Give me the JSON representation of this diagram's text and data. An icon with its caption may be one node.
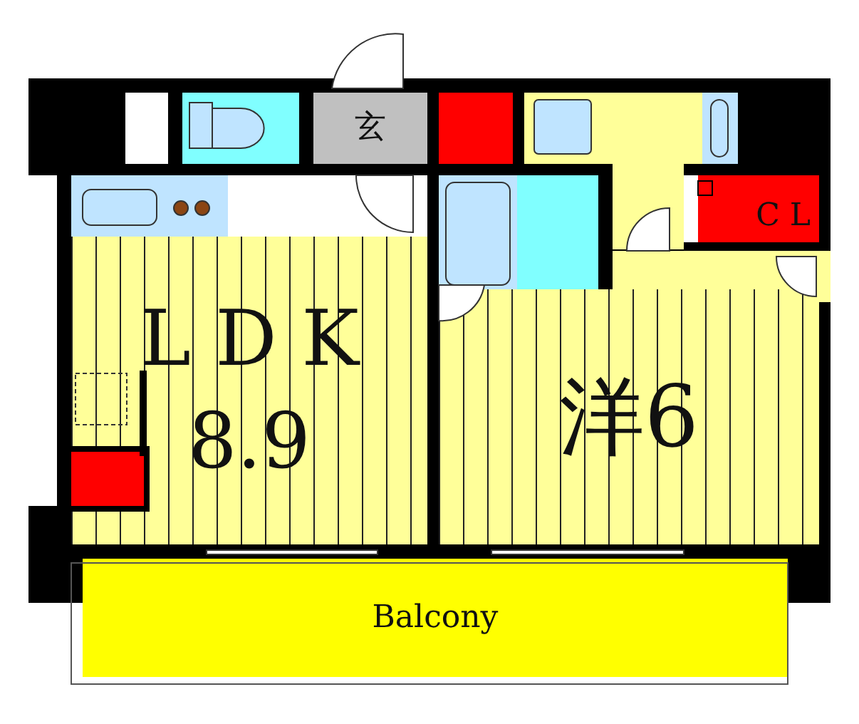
{
  "diagram": {
    "nodes": [
      {
        "text": [
          "玄"
        ]
      },
      {
        "text": [
          "C L"
        ]
      },
      {
        "text": [
          "L D K",
          "8.9"
        ]
      },
      {
        "text": [
          "洋6"
        ]
      },
      {
        "text": [
          "Balcony"
        ]
      }
    ]
  }
}
